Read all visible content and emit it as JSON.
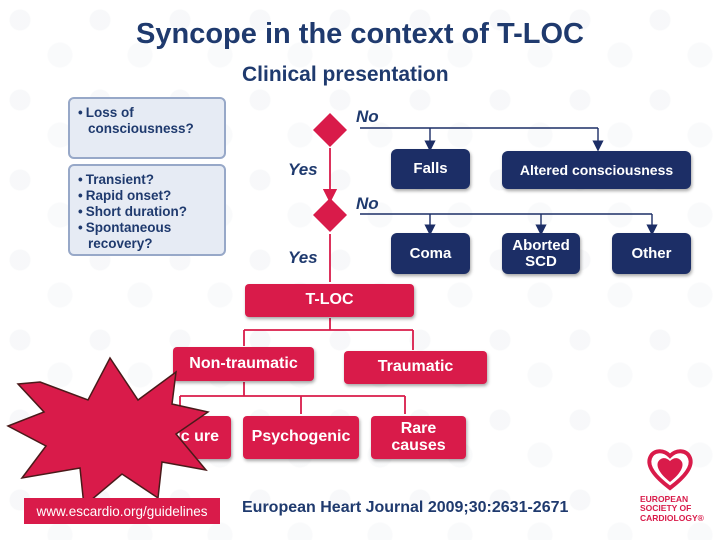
{
  "title": "Syncope in the context of T-LOC",
  "subtitle": "Clinical presentation",
  "questions": {
    "q1": [
      "Loss of consciousness?"
    ],
    "q2": [
      "Transient?",
      "Rapid onset?",
      "Short duration?",
      "Spontaneous recovery?"
    ]
  },
  "labels": {
    "no1": "No",
    "yes1": "Yes",
    "no2": "No",
    "yes2": "Yes"
  },
  "navy_boxes": {
    "falls": "Falls",
    "altered": "Altered consciousness",
    "coma": "Coma",
    "aborted_scd": "Aborted SCD",
    "other": "Other"
  },
  "red_boxes": {
    "tloc": "T-LOC",
    "non_traumatic": "Non-traumatic",
    "traumatic": "Traumatic",
    "epileptic_seizure": "ptic ure",
    "psychogenic": "Psychogenic",
    "rare_causes": "Rare causes"
  },
  "footer": {
    "url": "www.escardio.org/guidelines",
    "reference": "European Heart Journal 2009;30:2631-2671",
    "society": "EUROPEAN SOCIETY OF CARDIOLOGY®"
  },
  "colors": {
    "navy": "#1c2e66",
    "red": "#d91b4a",
    "light_blue": "#e6ebf4",
    "title": "#1f3a6e"
  }
}
